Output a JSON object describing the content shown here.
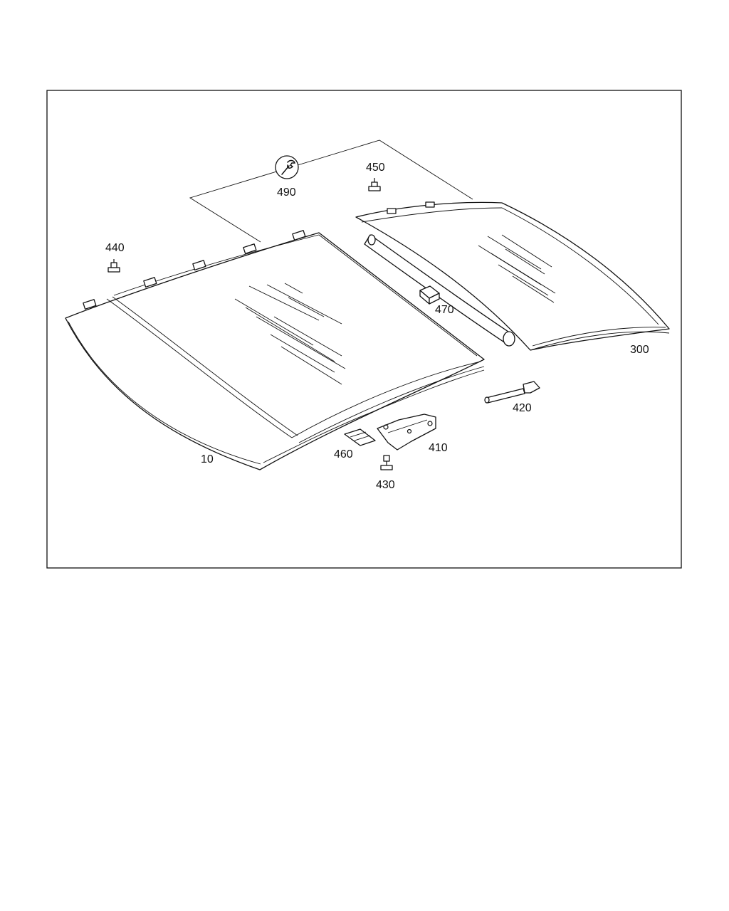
{
  "parts": [
    {
      "id": "p10",
      "label": "10",
      "name": "roof-glass-front"
    },
    {
      "id": "p300",
      "label": "300",
      "name": "roof-glass-rear"
    },
    {
      "id": "p410",
      "label": "410",
      "name": "bracket"
    },
    {
      "id": "p420",
      "label": "420",
      "name": "pin"
    },
    {
      "id": "p430",
      "label": "430",
      "name": "bolt"
    },
    {
      "id": "p440",
      "label": "440",
      "name": "bolt"
    },
    {
      "id": "p450",
      "label": "450",
      "name": "bolt"
    },
    {
      "id": "p460",
      "label": "460",
      "name": "clip"
    },
    {
      "id": "p470",
      "label": "470",
      "name": "spacer"
    },
    {
      "id": "p490",
      "label": "490",
      "name": "wrench-symbol"
    }
  ],
  "labels": {
    "p10": "10",
    "p300": "300",
    "p410": "410",
    "p420": "420",
    "p430": "430",
    "p440": "440",
    "p450": "450",
    "p460": "460",
    "p470": "470",
    "p490": "490"
  },
  "colors": {
    "line": "#111111",
    "background": "#ffffff"
  }
}
